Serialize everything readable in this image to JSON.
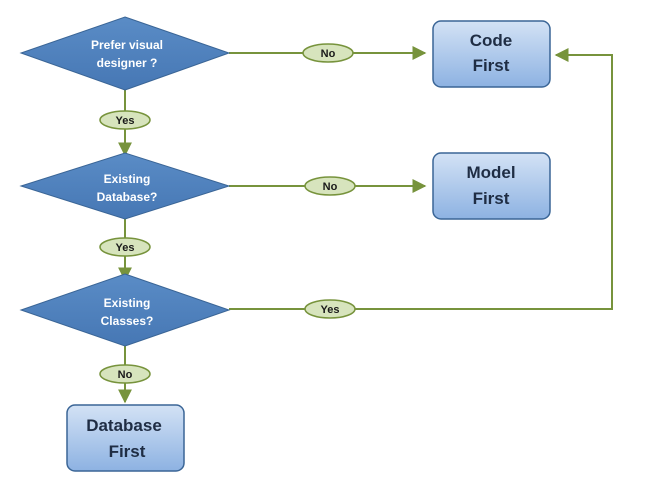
{
  "decisions": [
    {
      "id": "visual",
      "lines": [
        "Prefer visual",
        "designer ?"
      ]
    },
    {
      "id": "database",
      "lines": [
        "Existing",
        "Database?"
      ]
    },
    {
      "id": "classes",
      "lines": [
        "Existing",
        "Classes?"
      ]
    }
  ],
  "outcomes": [
    {
      "id": "code-first",
      "lines": [
        "Code",
        "First"
      ]
    },
    {
      "id": "model-first",
      "lines": [
        "Model",
        "First"
      ]
    },
    {
      "id": "database-first",
      "lines": [
        "Database",
        "First"
      ]
    }
  ],
  "edge_labels": {
    "visual_no": "No",
    "visual_yes": "Yes",
    "database_no": "No",
    "database_yes": "Yes",
    "classes_yes": "Yes",
    "classes_no": "No"
  },
  "colors": {
    "diamond_fill": "#4f81bd",
    "diamond_stroke": "#3a6596",
    "box_fill_top": "#c9daf1",
    "box_fill_bottom": "#8fb3e2",
    "box_stroke": "#3a6596",
    "connector": "#77933c",
    "pill_fill": "#d7e4bd",
    "pill_stroke": "#77933c"
  }
}
